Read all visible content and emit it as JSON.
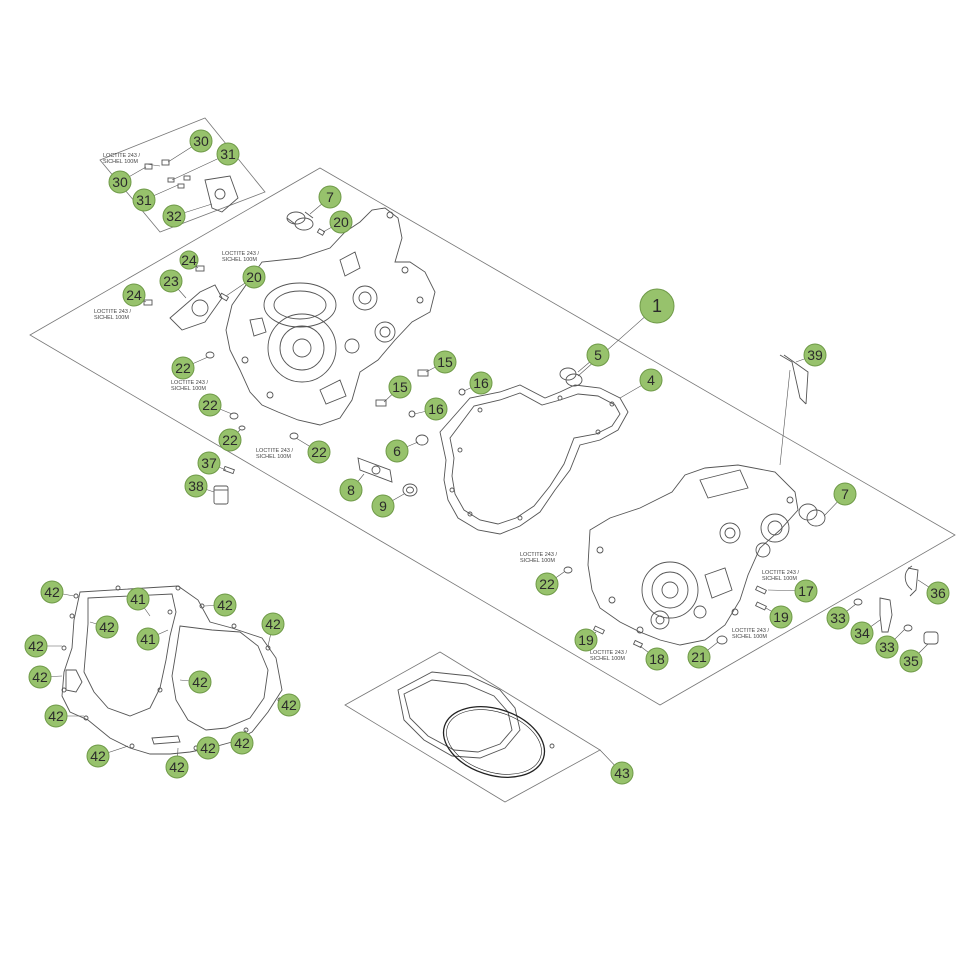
{
  "colors": {
    "callout_fill": "#97c26c",
    "callout_stroke": "#6f9a48",
    "callout_text": "#2b2b2b",
    "line": "#555555",
    "frame": "#777777"
  },
  "loctite": {
    "line1": "LOCTITE 243 /",
    "line2": "SICHEL 100M"
  },
  "callouts": [
    {
      "id": "c30a",
      "label": "30"
    },
    {
      "id": "c31a",
      "label": "31"
    },
    {
      "id": "c30b",
      "label": "30"
    },
    {
      "id": "c31b",
      "label": "31"
    },
    {
      "id": "c32",
      "label": "32"
    },
    {
      "id": "c7a",
      "label": "7"
    },
    {
      "id": "c20a",
      "label": "20"
    },
    {
      "id": "c24a",
      "label": "24"
    },
    {
      "id": "c23",
      "label": "23"
    },
    {
      "id": "c20b",
      "label": "20"
    },
    {
      "id": "c24b",
      "label": "24"
    },
    {
      "id": "c1",
      "label": "1"
    },
    {
      "id": "c39",
      "label": "39"
    },
    {
      "id": "c5",
      "label": "5"
    },
    {
      "id": "c15a",
      "label": "15"
    },
    {
      "id": "c16a",
      "label": "16"
    },
    {
      "id": "c15b",
      "label": "15"
    },
    {
      "id": "c16b",
      "label": "16"
    },
    {
      "id": "c4",
      "label": "4"
    },
    {
      "id": "c22a",
      "label": "22"
    },
    {
      "id": "c22b",
      "label": "22"
    },
    {
      "id": "c22c",
      "label": "22"
    },
    {
      "id": "c22d",
      "label": "22"
    },
    {
      "id": "c6",
      "label": "6"
    },
    {
      "id": "c37",
      "label": "37"
    },
    {
      "id": "c8",
      "label": "8"
    },
    {
      "id": "c38",
      "label": "38"
    },
    {
      "id": "c9",
      "label": "9"
    },
    {
      "id": "c7b",
      "label": "7"
    },
    {
      "id": "c22e",
      "label": "22"
    },
    {
      "id": "c17",
      "label": "17"
    },
    {
      "id": "c36",
      "label": "36"
    },
    {
      "id": "c19a",
      "label": "19"
    },
    {
      "id": "c33a",
      "label": "33"
    },
    {
      "id": "c34",
      "label": "34"
    },
    {
      "id": "c33b",
      "label": "33"
    },
    {
      "id": "c19b",
      "label": "19"
    },
    {
      "id": "c18",
      "label": "18"
    },
    {
      "id": "c21",
      "label": "21"
    },
    {
      "id": "c35",
      "label": "35"
    },
    {
      "id": "c43",
      "label": "43"
    },
    {
      "id": "c42a",
      "label": "42"
    },
    {
      "id": "c41a",
      "label": "41"
    },
    {
      "id": "c42b",
      "label": "42"
    },
    {
      "id": "c42c",
      "label": "42"
    },
    {
      "id": "c42d",
      "label": "42"
    },
    {
      "id": "c41b",
      "label": "41"
    },
    {
      "id": "c42e",
      "label": "42"
    },
    {
      "id": "c42f",
      "label": "42"
    },
    {
      "id": "c42g",
      "label": "42"
    },
    {
      "id": "c42h",
      "label": "42"
    },
    {
      "id": "c42i",
      "label": "42"
    },
    {
      "id": "c42j",
      "label": "42"
    },
    {
      "id": "c42k",
      "label": "42"
    },
    {
      "id": "c42l",
      "label": "42"
    },
    {
      "id": "c42m",
      "label": "42"
    }
  ]
}
